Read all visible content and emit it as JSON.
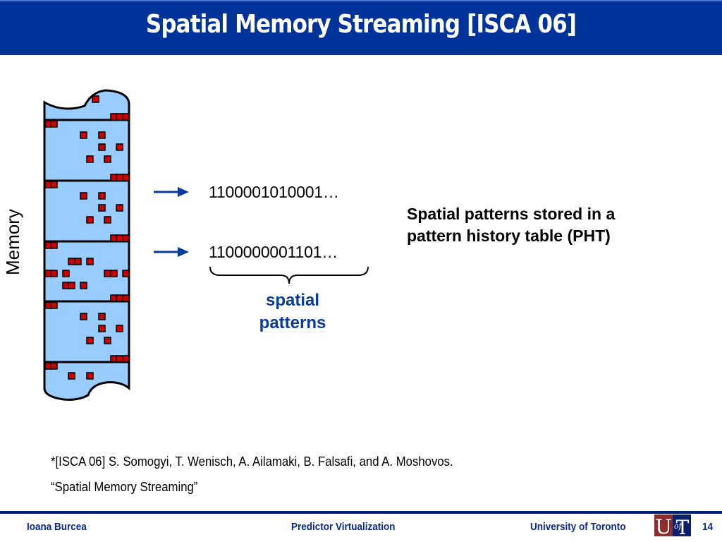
{
  "title": "Spatial Memory Streaming [ISCA 06]",
  "diagram": {
    "memory_label": "Memory",
    "patterns": [
      "1100001010001…",
      "1100000001101…"
    ],
    "brace_label_line1": "spatial",
    "brace_label_line2": "patterns",
    "pht_line1": "Spatial patterns stored in a",
    "pht_line2": "pattern history table (PHT)",
    "colors": {
      "memory_fill": "#99ccff",
      "block_fill": "#cc0000",
      "arrow": "#0a3a9a",
      "title_bg": "#003399"
    }
  },
  "reference": {
    "line1": "*[ISCA 06] S. Somogyi, T. Wenisch, A. Ailamaki, B. Falsafi, and A. Moshovos.",
    "line2": "“Spatial Memory Streaming”"
  },
  "footer": {
    "author": "Ioana Burcea",
    "talk": "Predictor Virtualization",
    "institution": "University of Toronto",
    "logo_text": "UofT",
    "page_number": "14"
  }
}
